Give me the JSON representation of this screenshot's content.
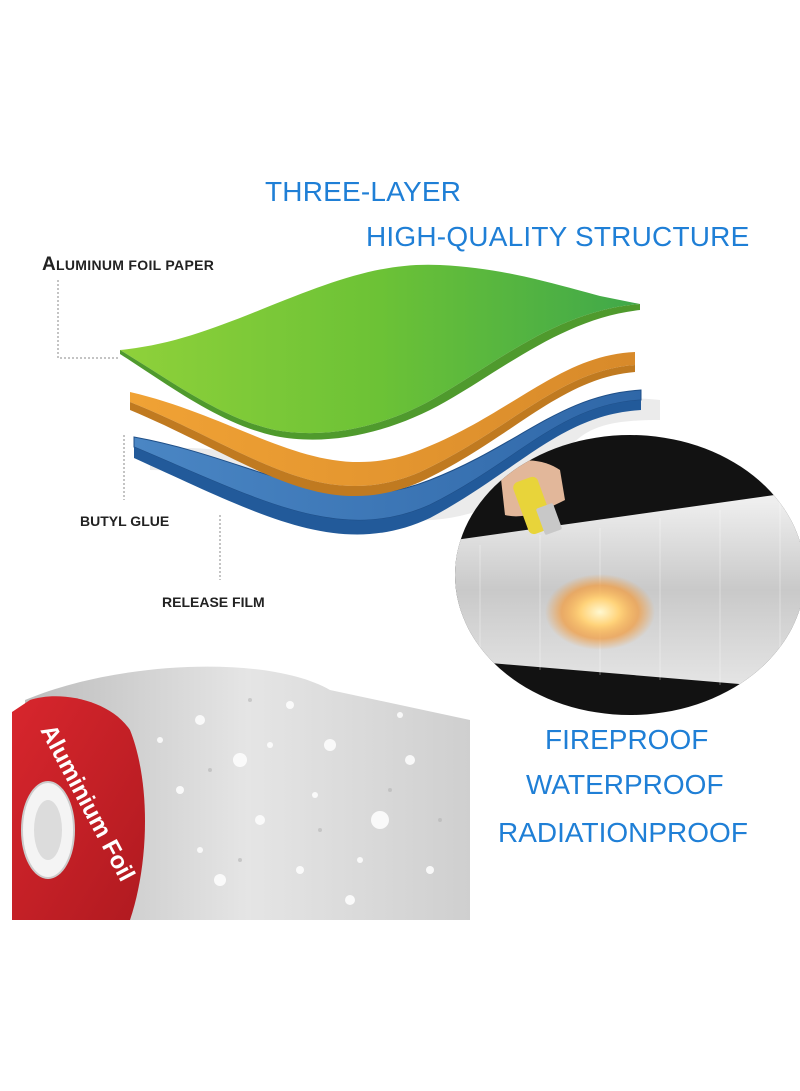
{
  "header": {
    "line1": "THREE-LAYER",
    "line2": "HIGH-QUALITY STRUCTURE"
  },
  "layers": {
    "aluminum_first": "A",
    "aluminum_rest": "LUMINUM FOIL PAPER",
    "butyl": "BUTYL GLUE",
    "release": "RELEASE FILM"
  },
  "features": {
    "fireproof": "FIREPROOF",
    "waterproof": "WATERPROOF",
    "radiationproof": "RADIATIONPROOF"
  },
  "tape_roll": {
    "brand_text": "Aluminium Foil"
  },
  "colors": {
    "title_blue": "#1f7fd6",
    "layer_green": "#7cc93a",
    "layer_orange": "#e0962e",
    "layer_blue": "#3d78b8"
  }
}
